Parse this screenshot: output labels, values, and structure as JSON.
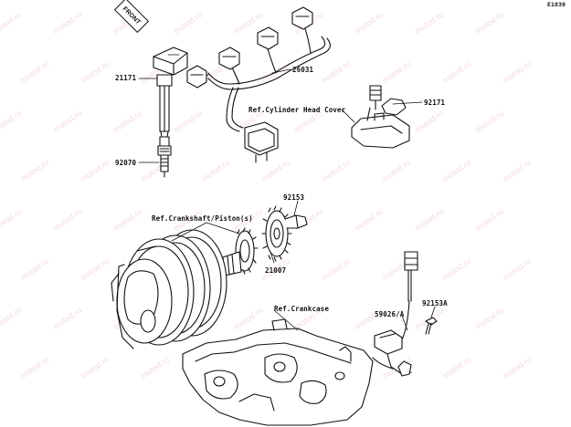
{
  "diagram": {
    "code": "E1830",
    "front_label": "FRONT",
    "watermark": "motod.ru",
    "labels": {
      "p21171": "21171",
      "p26031": "26031",
      "p92171": "92171",
      "ref_head_cover": "Ref.Cylinder Head Cover",
      "p92070": "92070",
      "p92153": "92153",
      "ref_crank": "Ref.Crankshaft/Piston(s)",
      "p21007": "21007",
      "ref_crankcase": "Ref.Crankcase",
      "p59026a": "59026/A",
      "p92153a": "92153A"
    }
  }
}
